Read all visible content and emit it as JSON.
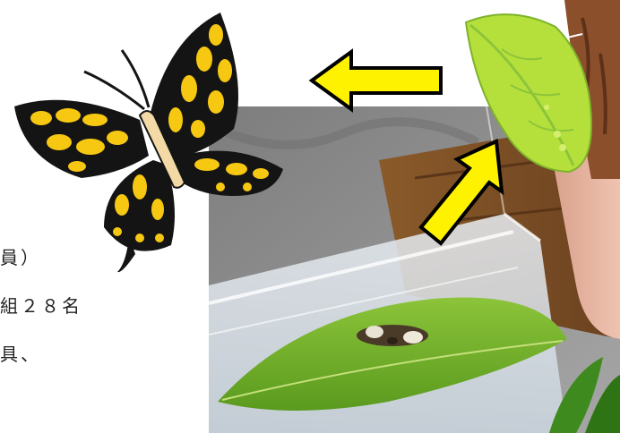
{
  "text": {
    "line1": "員）",
    "line2": "組２８名",
    "line3": "具、"
  },
  "colors": {
    "butterfly_yellow": "#f7c812",
    "butterfly_black": "#141414",
    "leaf_green": "#b5e03c",
    "leaf_light": "#d4ef6e",
    "arrow_yellow": "#fff200",
    "arrow_outline": "#000000",
    "branch_brown": "#8b4f2c"
  },
  "icons": [
    "butterfly-illustration",
    "chrysalis-leaf-illustration",
    "left-arrow",
    "up-right-arrow"
  ]
}
